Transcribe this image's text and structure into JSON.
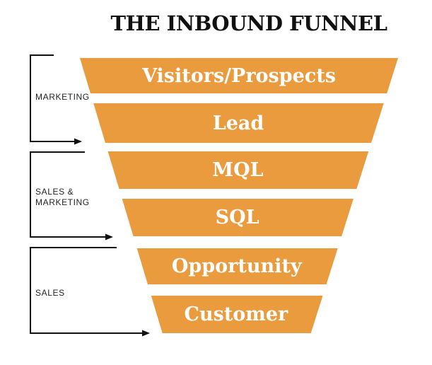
{
  "title": "THE INBOUND FUNNEL",
  "colors": {
    "funnel_orange": "#EA9B3E",
    "stage_text": "#FFFFFF",
    "title_text": "#111111",
    "bracket_line": "#111111",
    "bracket_text": "#222222",
    "background": "#FFFFFF"
  },
  "funnel": {
    "stages": [
      {
        "label": "Visitors/Prospects"
      },
      {
        "label": "Lead"
      },
      {
        "label": "MQL"
      },
      {
        "label": "SQL"
      },
      {
        "label": "Opportunity"
      },
      {
        "label": "Customer"
      }
    ]
  },
  "brackets": [
    {
      "lines": [
        "MARKETING"
      ]
    },
    {
      "lines": [
        "SALES &",
        "MARKETING"
      ]
    },
    {
      "lines": [
        "SALES"
      ]
    }
  ]
}
